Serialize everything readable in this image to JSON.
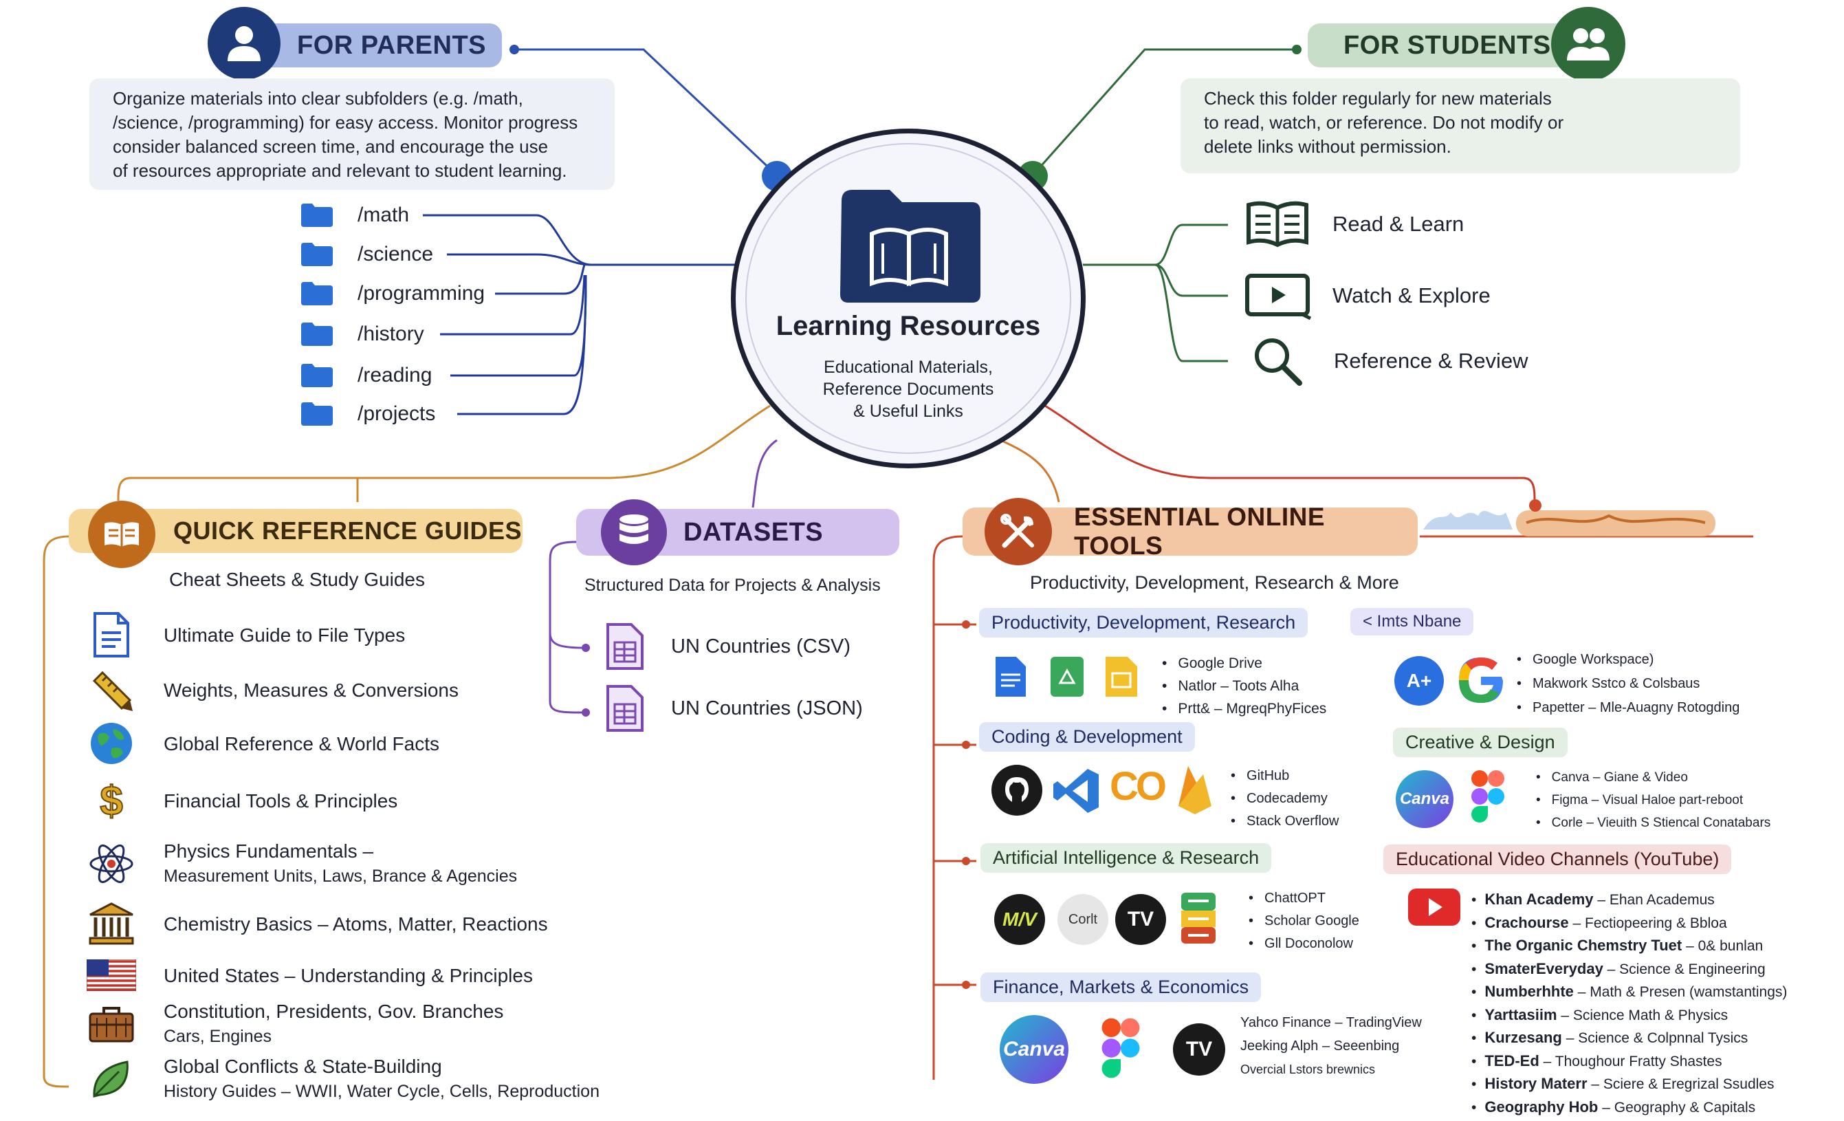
{
  "center": {
    "title": "Learning Resources",
    "subtitle": [
      "Educational Materials,",
      "Reference Documents",
      "& Useful Links"
    ]
  },
  "parents": {
    "title": "FOR PARENTS",
    "note": [
      "Organize materials into clear subfolders (e.g. /math,",
      "/science, /programming) for easy access. Monitor progress",
      "consider balanced screen time, and encourage the use",
      "of resources appropriate and relevant to student learning."
    ],
    "folders": [
      "/math",
      "/science",
      "/programming",
      "/history",
      "/reading",
      "/projects"
    ]
  },
  "students": {
    "title": "FOR STUDENTS",
    "note": [
      "Check this folder regularly for new materials",
      "to read, watch, or reference. Do not modify or",
      "delete links without permission."
    ],
    "items": [
      {
        "label": "Read & Learn",
        "icon": "book-icon"
      },
      {
        "label": "Watch & Explore",
        "icon": "play-icon"
      },
      {
        "label": "Reference & Review",
        "icon": "magnifier-icon"
      }
    ]
  },
  "quick_ref": {
    "title": "QUICK REFERENCE GUIDES",
    "subtitle": "Cheat Sheets & Study Guides",
    "items": [
      {
        "label": "Ultimate Guide to File Types",
        "sub": "",
        "icon": "document-icon"
      },
      {
        "label": "Weights, Measures & Conversions",
        "sub": "",
        "icon": "ruler-pencil-icon"
      },
      {
        "label": "Global Reference & World Facts",
        "sub": "",
        "icon": "globe-icon"
      },
      {
        "label": "Financial Tools & Principles",
        "sub": "",
        "icon": "dollar-icon"
      },
      {
        "label": "Physics Fundamentals –",
        "sub": "Measurement Units, Laws, Brance & Agencies",
        "icon": "atom-icon"
      },
      {
        "label": "Chemistry Basics – Atoms, Matter, Reactions",
        "sub": "",
        "icon": "institution-icon"
      },
      {
        "label": "United States – Understanding & Principles",
        "sub": "",
        "icon": "us-flag-icon"
      },
      {
        "label": "Constitution, Presidents, Gov. Branches",
        "sub": "Cars, Engines",
        "icon": "briefcase-icon"
      },
      {
        "label": "Global Conflicts & State-Building",
        "sub": "History Guides – WWII, Water Cycle, Cells, Reproduction",
        "icon": "leaf-icon"
      }
    ]
  },
  "datasets": {
    "title": "DATASETS",
    "subtitle": "Structured Data for Projects & Analysis",
    "items": [
      "UN Countries (CSV)",
      "UN Countries (JSON)"
    ]
  },
  "tools": {
    "title": "ESSENTIAL ONLINE TOOLS",
    "subtitle": "Productivity, Development, Research & More",
    "categories": {
      "productivity": {
        "label": "Productivity, Development, Research",
        "bullets": [
          "Google Drive",
          "Natlor – Toots Alha",
          "Prtt& – MgreqPhyFices"
        ]
      },
      "imtis": {
        "label": "< Imts Nbane",
        "bullets": [
          "Google Workspace)",
          "Makwork Sstco & Colsbaus",
          "Papetter – Mle-Auagny Rotogding"
        ]
      },
      "coding": {
        "label": "Coding & Development",
        "bullets": [
          "GitHub",
          "Codecademy",
          "Stack Overflow"
        ]
      },
      "creative": {
        "label": "Creative & Design",
        "bullets": [
          "Canva – Giane & Video",
          "Figma – Visual Haloe part-reboot",
          "Corle – Vieuith S Stiencal Conatabars"
        ]
      },
      "ai": {
        "label": "Artificial Intelligence & Research",
        "bullets": [
          "ChattOPT",
          "Scholar Google",
          "Gll Doconolow"
        ]
      },
      "video": {
        "label": "Educational Video Channels (YouTube)",
        "channels": [
          {
            "name": "Khan Academy",
            "desc": "– Ehan Academus"
          },
          {
            "name": "Crachourse",
            "desc": "– Fectiopeering & Bbloa"
          },
          {
            "name": "The Organic Chemstry Tuet",
            "desc": "– 0& bunlan"
          },
          {
            "name": "SmaterEveryday",
            "desc": "– Science & Engineering"
          },
          {
            "name": "Numberhhte",
            "desc": "– Math & Presen (wamstantings)"
          },
          {
            "name": "Yarttasiim",
            "desc": "– Science Math & Physics"
          },
          {
            "name": "Kurzesang",
            "desc": "– Science & Colpnnal Tysics"
          },
          {
            "name": "TED-Ed",
            "desc": "– Thoughour Fratty Shastes"
          },
          {
            "name": "History Materr",
            "desc": "– Sciere & Eregrizal Ssudles"
          },
          {
            "name": "Geography Hob",
            "desc": "– Geography & Capitals"
          }
        ]
      },
      "finance": {
        "label": "Finance, Markets & Economics",
        "lines": [
          "Yahco Finance – TradingView",
          "Jeeking Alph – Seeenbing",
          "Overcial Lstors brewnics"
        ]
      },
      "logos": {
        "canva": "Canva",
        "corle": "Corlt",
        "co": "CO"
      }
    }
  },
  "colors": {
    "parents": "#1f3a78",
    "parents_pill": "#a9b9e6",
    "students": "#2f6b3a",
    "students_pill": "#c8dec8",
    "quick": "#c06a1c",
    "quick_pill": "#f6d79a",
    "datasets": "#6a3fa0",
    "datasets_pill": "#d3c2ee",
    "tools": "#b84a22",
    "tools_pill": "#f3c7a3"
  }
}
